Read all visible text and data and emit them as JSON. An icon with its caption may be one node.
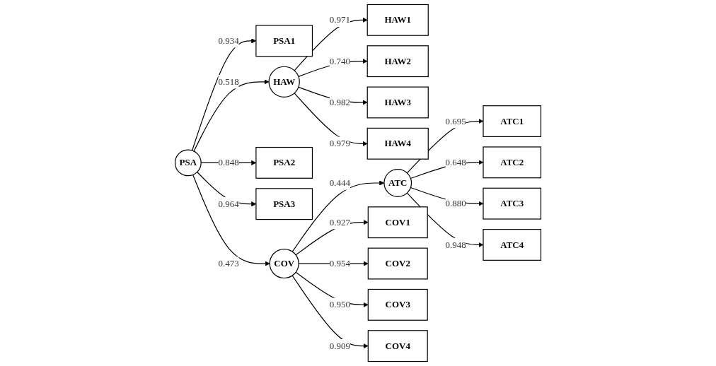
{
  "diagram": {
    "nodes": [
      {
        "text": [
          "HAW1"
        ]
      },
      {
        "text": [
          "HAW2"
        ]
      },
      {
        "text": [
          "HAW3"
        ]
      },
      {
        "text": [
          "HAW4"
        ]
      },
      {
        "text": [
          "PSA1"
        ]
      },
      {
        "text": [
          "HAW"
        ]
      },
      {
        "text": [
          "PSA2"
        ]
      },
      {
        "text": [
          "PSA"
        ]
      },
      {
        "text": [
          "PSA3"
        ]
      },
      {
        "text": [
          "ATC1"
        ]
      },
      {
        "text": [
          "ATC2"
        ]
      },
      {
        "text": [
          "COV"
        ]
      },
      {
        "text": [
          "ATC"
        ]
      },
      {
        "text": [
          "ATC3"
        ]
      },
      {
        "text": [
          "ATC4"
        ]
      },
      {
        "text": [
          "COV1"
        ]
      },
      {
        "text": [
          "COV2"
        ]
      },
      {
        "text": [
          "COV3"
        ]
      },
      {
        "text": [
          "COV4"
        ]
      }
    ],
    "edges": [
      {
        "from": 5,
        "to": 0,
        "arrow": "to",
        "label": "0.971"
      },
      {
        "from": 5,
        "to": 1,
        "arrow": "to",
        "label": "0.740"
      },
      {
        "from": 5,
        "to": 2,
        "arrow": "to",
        "label": "0.982"
      },
      {
        "from": 5,
        "to": 3,
        "arrow": "to",
        "label": "0.979"
      },
      {
        "from": 7,
        "to": 4,
        "arrow": "to",
        "label": "0.934"
      },
      {
        "from": 7,
        "to": 6,
        "arrow": "to",
        "label": "0.848"
      },
      {
        "from": 7,
        "to": 8,
        "arrow": "to",
        "label": "0.964"
      },
      {
        "from": 7,
        "to": 5,
        "arrow": "to",
        "label": "0.518"
      },
      {
        "from": 7,
        "to": 11,
        "arrow": "to",
        "label": "0.473"
      },
      {
        "from": 11,
        "to": 12,
        "arrow": "to",
        "label": "0.444"
      },
      {
        "from": 12,
        "to": 9,
        "arrow": "to",
        "label": "0.695"
      },
      {
        "from": 12,
        "to": 10,
        "arrow": "to",
        "label": "0.648"
      },
      {
        "from": 12,
        "to": 13,
        "arrow": "to",
        "label": "0.880"
      },
      {
        "from": 12,
        "to": 14,
        "arrow": "to",
        "label": "0.948"
      },
      {
        "from": 11,
        "to": 15,
        "arrow": "to",
        "label": "0.927"
      },
      {
        "from": 11,
        "to": 16,
        "arrow": "to",
        "label": "0.954"
      },
      {
        "from": 11,
        "to": 17,
        "arrow": "to",
        "label": "0.950"
      },
      {
        "from": 11,
        "to": 18,
        "arrow": "to",
        "label": "0.909"
      }
    ]
  }
}
